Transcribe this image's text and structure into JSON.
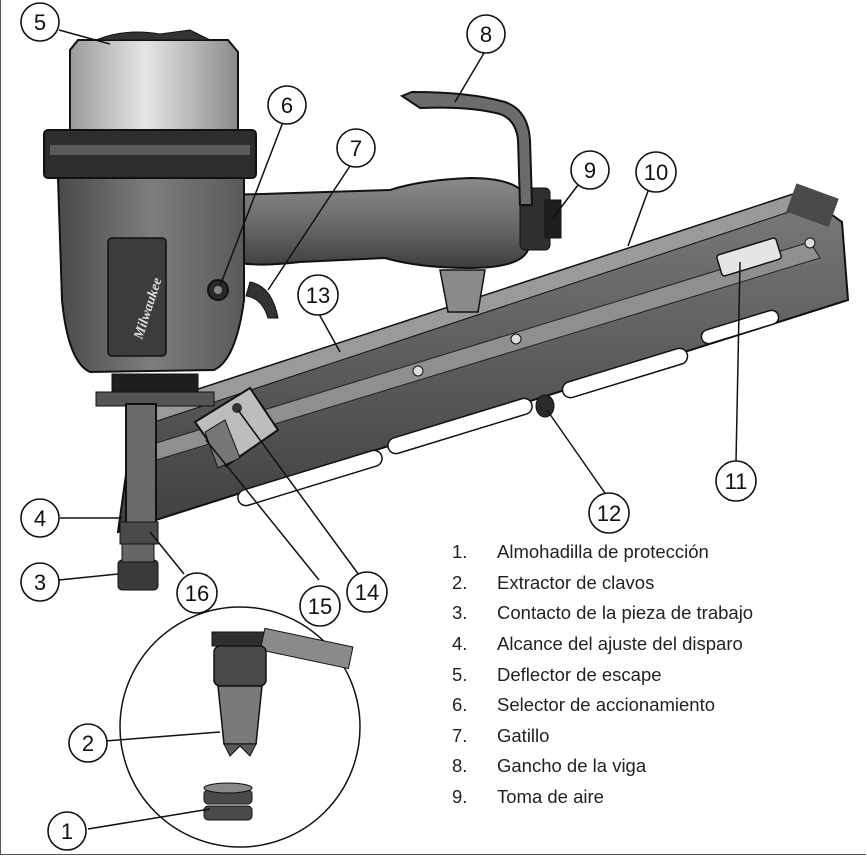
{
  "callouts": [
    "1",
    "2",
    "3",
    "4",
    "5",
    "6",
    "7",
    "8",
    "9",
    "10",
    "11",
    "12",
    "13",
    "14",
    "15",
    "16"
  ],
  "brand": "Milwaukee",
  "legend": [
    {
      "num": "1.",
      "label": "Almohadilla de protección"
    },
    {
      "num": "2.",
      "label": "Extractor de clavos"
    },
    {
      "num": "3.",
      "label": "Contacto de la pieza de trabajo"
    },
    {
      "num": "4.",
      "label": "Alcance del ajuste del disparo"
    },
    {
      "num": "5.",
      "label": "Deflector de escape"
    },
    {
      "num": "6.",
      "label": "Selector de accionamiento"
    },
    {
      "num": "7.",
      "label": "Gatillo"
    },
    {
      "num": "8.",
      "label": "Gancho de la viga"
    },
    {
      "num": "9.",
      "label": "Toma de aire"
    }
  ],
  "colors": {
    "body": "#6d6d6d",
    "cap": "#cfcfcf",
    "magazine": "#575757",
    "line": "#111111"
  }
}
